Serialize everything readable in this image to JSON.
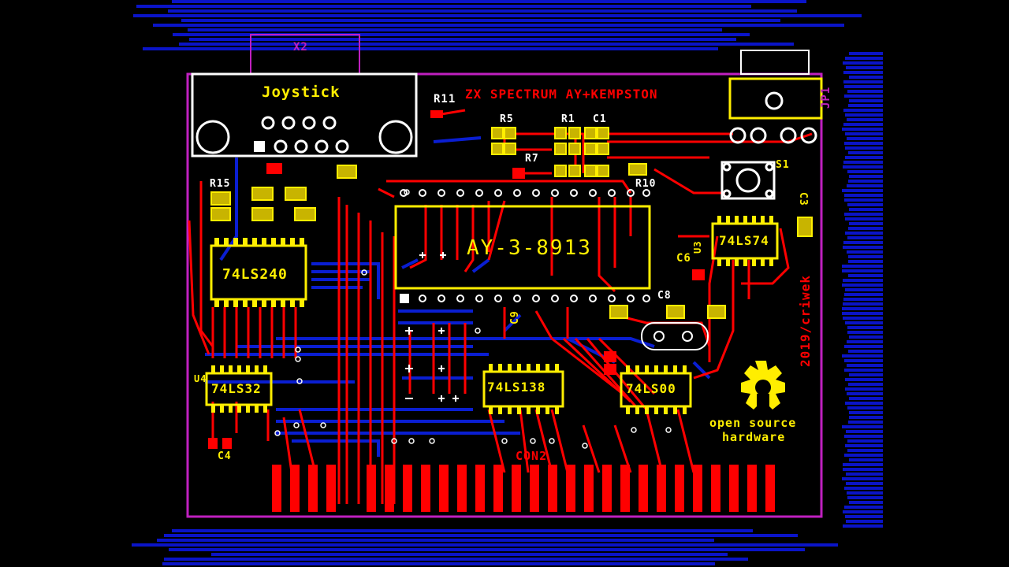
{
  "colors": {
    "background": "#000000",
    "border_stripe": "#0a14c8",
    "board_outline": "#c020c0",
    "copper_top": "#ff0000",
    "copper_bottom": "#0a1ed2",
    "silkscreen": "#ffee00",
    "pads": "#ffffff"
  },
  "board": {
    "title": "ZX SPECTRUM AY+KEMPSTON",
    "author": "2019/criwek",
    "logo_text_line1": "open source",
    "logo_text_line2": "hardware"
  },
  "connectors": {
    "x2": "X2",
    "joystick": "Joystick",
    "jp1": "JP1",
    "edge": "CON2"
  },
  "chips": {
    "ay": "AY-3-8913",
    "u_74ls240": "74LS240",
    "u_74ls74": "74LS74",
    "u_74ls32": "74LS32",
    "u_74ls138": "74LS138",
    "u_74ls00": "74LS00"
  },
  "components": {
    "r11": "R11",
    "r5": "R5",
    "r1": "R1",
    "c1": "C1",
    "r7": "R7",
    "r10": "R10",
    "r15": "R15",
    "s1": "S1",
    "c3": "C3",
    "c4": "C4",
    "c6": "C6",
    "c8": "C8",
    "u3": "U3",
    "u4": "U4",
    "c9": "C9"
  }
}
